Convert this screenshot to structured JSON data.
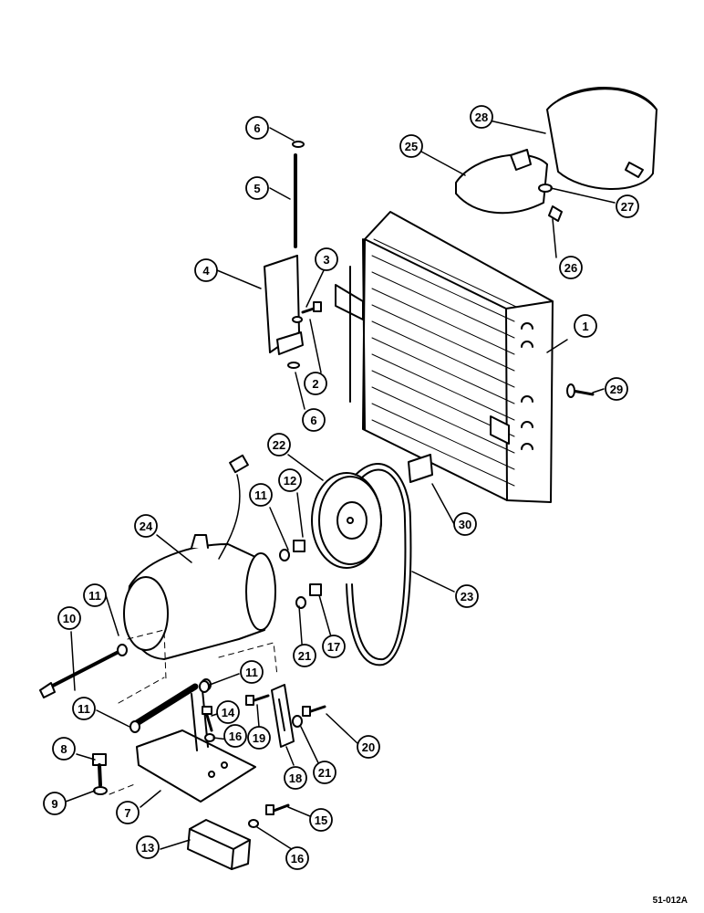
{
  "figure_code": "51-012A",
  "callouts": [
    "1",
    "2",
    "3",
    "4",
    "5",
    "6",
    "6",
    "7",
    "8",
    "9",
    "10",
    "11",
    "11",
    "11",
    "11",
    "12",
    "13",
    "14",
    "15",
    "16",
    "16",
    "17",
    "18",
    "19",
    "20",
    "21",
    "21",
    "22",
    "23",
    "24",
    "25",
    "26",
    "27",
    "28",
    "29",
    "30"
  ],
  "colors": {
    "ink": "#000000",
    "paper": "#ffffff"
  }
}
